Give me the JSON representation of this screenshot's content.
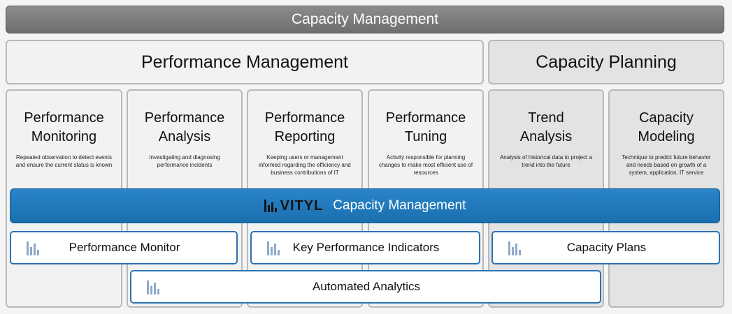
{
  "header": {
    "title": "Capacity Management"
  },
  "groups": {
    "performance": "Performance Management",
    "capacity": "Capacity Planning"
  },
  "columns": [
    {
      "title_line1": "Performance",
      "title_line2": "Monitoring",
      "description": "Repeated observation to detect events and ensure the current status is known"
    },
    {
      "title_line1": "Performance",
      "title_line2": "Analysis",
      "description": "Investigating and diagnosing performance incidents"
    },
    {
      "title_line1": "Performance",
      "title_line2": "Reporting",
      "description": "Keeping users or management informed regarding the efficiency and business contributions of IT"
    },
    {
      "title_line1": "Performance",
      "title_line2": "Tuning",
      "description": "Activity responsible for planning changes to make most efficient use of resources"
    },
    {
      "title_line1": "Trend",
      "title_line2": "Analysis",
      "description": "Analysis of historical data to project a trend into the future"
    },
    {
      "title_line1": "Capacity",
      "title_line2": "Modeling",
      "description": "Technique to predict future behavior and needs based on growth of a system, application, IT service"
    }
  ],
  "banner": {
    "brand": "VITYL",
    "label": "Capacity Management"
  },
  "tools": {
    "performance_monitor": "Performance Monitor",
    "kpi": "Key Performance Indicators",
    "capacity_plans": "Capacity Plans",
    "automated_analytics": "Automated Analytics"
  },
  "colors": {
    "banner_blue": "#1f78bd",
    "tool_border": "#2a73b5",
    "top_bar_gray": "#7d7d7d"
  },
  "icons": {
    "tool": "bar-chart-icon",
    "brand": "vityl-logo-icon"
  }
}
